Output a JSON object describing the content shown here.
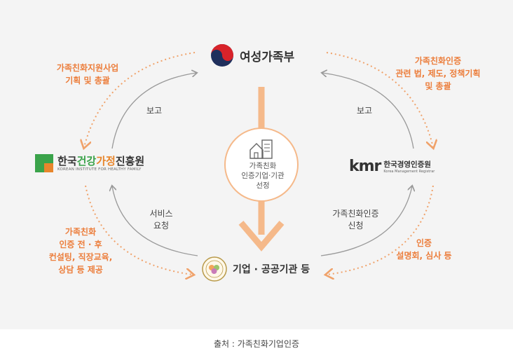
{
  "nodes": {
    "top": {
      "name": "여성가족부"
    },
    "left": {
      "name_parts": [
        "한국",
        "건강",
        "가정",
        "진흥원"
      ],
      "subtitle": "KOREAN INSTITUTE FOR HEALTHY FAMILY"
    },
    "right": {
      "logo": "KMR",
      "name": "한국경영인증원",
      "subtitle": "Korea Management Registrar"
    },
    "bottom": {
      "name": "기업 · 공공기관 등"
    }
  },
  "center": {
    "lines": [
      "가족친화",
      "인증기업·기관",
      "선정"
    ]
  },
  "labels": {
    "top_left": [
      "가족친화지원사업",
      "기획 및 총괄"
    ],
    "top_right": [
      "가족친화인증",
      "관련 법, 제도, 정책기획",
      "및 총괄"
    ],
    "bottom_left": [
      "가족친화",
      "인증 전 · 후",
      "컨설팅, 직장교육,",
      "상담 등 제공"
    ],
    "bottom_right": [
      "인증",
      "설명회, 심사 등"
    ],
    "report_left": "보고",
    "report_right": "보고",
    "service_request": [
      "서비스",
      "요청"
    ],
    "certification_apply": [
      "가족친화인증",
      "신청"
    ]
  },
  "caption": "출처 : 가족친화기업인증",
  "colors": {
    "accent": "#ec7e3c",
    "arrow": "#f5b98a",
    "gray_arrow": "#999999",
    "green": "#3aa34a",
    "orange": "#e8862c",
    "red": "#d8232a",
    "navy": "#1f2f5c"
  }
}
